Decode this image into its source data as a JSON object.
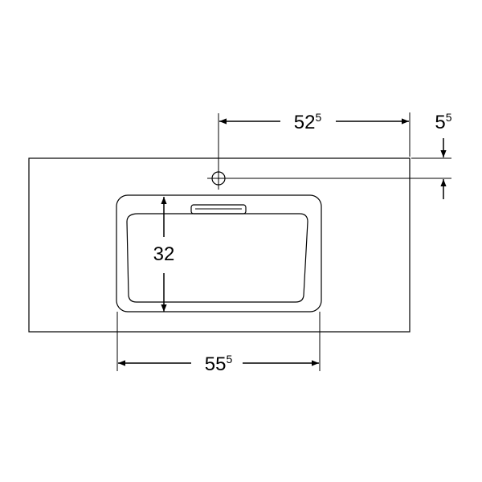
{
  "dimensions": {
    "faucet_offset": {
      "main": "52",
      "sup": "5"
    },
    "faucet_depth": {
      "main": "5",
      "sup": "5"
    },
    "basin_depth": {
      "main": "32"
    },
    "basin_width": {
      "main": "55",
      "sup": "5"
    }
  },
  "colors": {
    "line": "#000000",
    "background": "#ffffff"
  }
}
